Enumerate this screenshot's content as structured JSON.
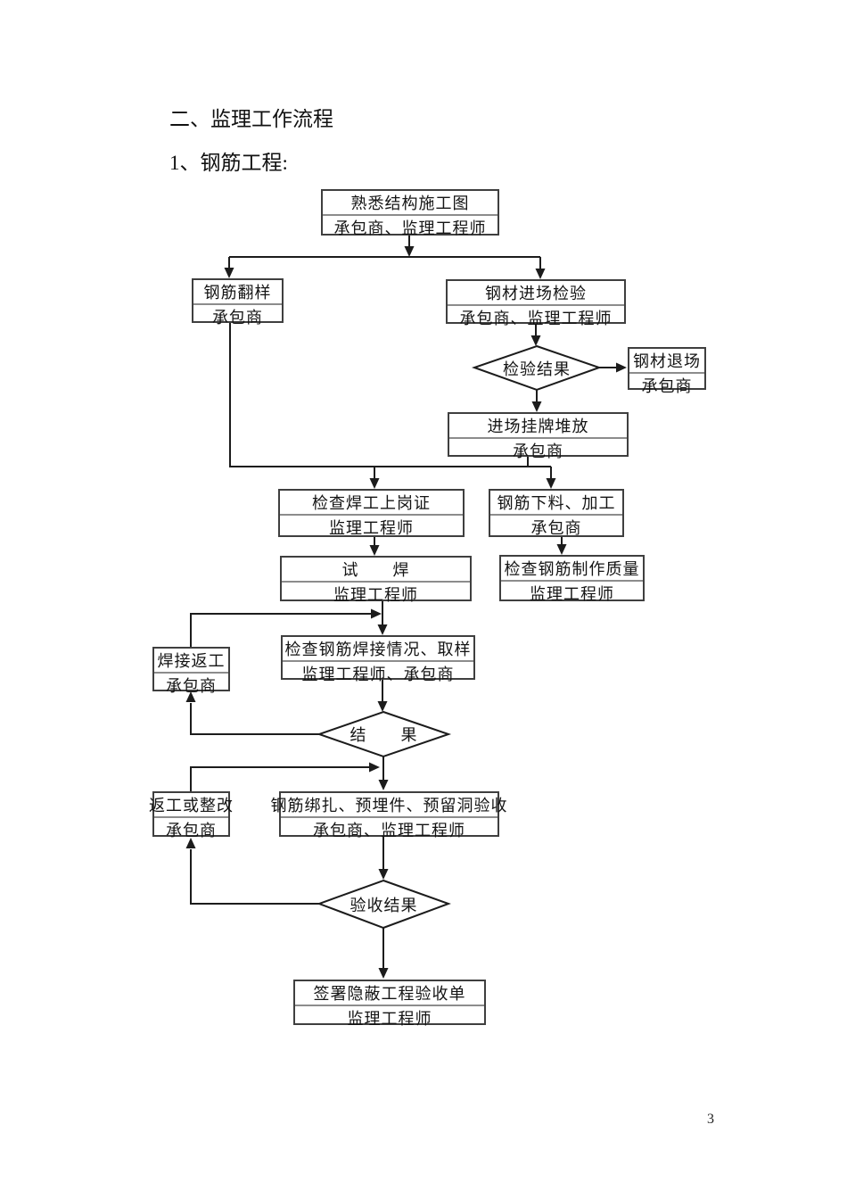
{
  "document": {
    "section_title": "二、监理工作流程",
    "subsection_title": "1、钢筋工程:",
    "page_number": "3"
  },
  "flowchart": {
    "nodes": {
      "familiarize": {
        "line1": "熟悉结构施工图",
        "line2": "承包商、监理工程师"
      },
      "rebar_lofting": {
        "line1": "钢筋翻样",
        "line2": "承包商"
      },
      "steel_entry_inspection": {
        "line1": "钢材进场检验",
        "line2": "承包商、监理工程师"
      },
      "inspection_result": {
        "label": "检验结果"
      },
      "steel_exit": {
        "line1": "钢材退场",
        "line2": "承包商"
      },
      "tag_stacking": {
        "line1": "进场挂牌堆放",
        "line2": "承包商"
      },
      "welder_cert_check": {
        "line1": "检查焊工上岗证",
        "line2": "监理工程师"
      },
      "rebar_cutting": {
        "line1": "钢筋下料、加工",
        "line2": "承包商"
      },
      "trial_weld": {
        "line1": "试　　焊",
        "line2": "监理工程师"
      },
      "fabrication_quality_check": {
        "line1": "检查钢筋制作质量",
        "line2": "监理工程师"
      },
      "weld_rework": {
        "line1": "焊接返工",
        "line2": "承包商"
      },
      "weld_inspection_sampling": {
        "line1": "检查钢筋焊接情况、取样",
        "line2": "监理工程师、承包商"
      },
      "result": {
        "label": "结　　果"
      },
      "rework_or_rectify": {
        "line1": "返工或整改",
        "line2": "承包商"
      },
      "binding_acceptance": {
        "line1": "钢筋绑扎、预埋件、预留洞验收",
        "line2": "承包商、监理工程师"
      },
      "acceptance_result": {
        "label": "验收结果"
      },
      "sign_acceptance": {
        "line1": "签署隐蔽工程验收单",
        "line2": "监理工程师"
      }
    }
  }
}
